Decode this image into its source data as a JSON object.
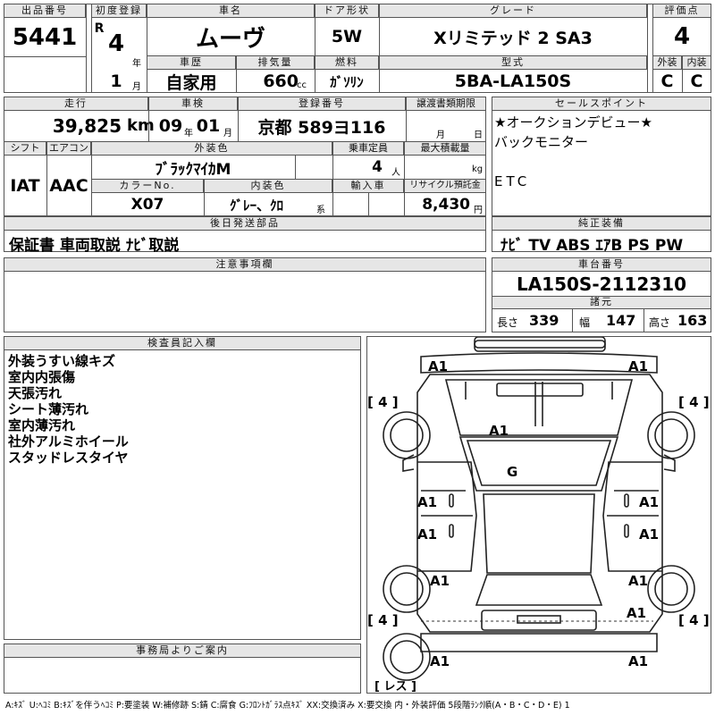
{
  "lot": {
    "label": "出品番号",
    "value": "5441"
  },
  "reg": {
    "label": "初度登録",
    "era": "R",
    "year": "4",
    "year_unit": "年",
    "month": "1",
    "month_unit": "月"
  },
  "car_name": {
    "label": "車名",
    "value": "ムーヴ"
  },
  "door": {
    "label": "ドア形状",
    "value": "5W"
  },
  "grade": {
    "label": "グレード",
    "value": "Xリミテッド 2 SA3"
  },
  "score": {
    "label": "評価点",
    "value": "4",
    "ext_label": "外装",
    "int_label": "内装",
    "ext": "C",
    "int": "C"
  },
  "history": {
    "label": "車歴",
    "value": "自家用"
  },
  "displacement": {
    "label": "排気量",
    "value": "660",
    "unit": "cc"
  },
  "fuel": {
    "label": "燃料",
    "value": "ｶﾞｿﾘﾝ"
  },
  "model": {
    "label": "型式",
    "value": "5BA-LA150S"
  },
  "mileage": {
    "label": "走行",
    "value": "39,825",
    "unit": "km"
  },
  "inspection": {
    "label": "車検",
    "year": "09",
    "year_unit": "年",
    "month": "01",
    "month_unit": "月"
  },
  "plate": {
    "label": "登録番号",
    "value": "京都 589ヨ116"
  },
  "transfer": {
    "label": "譲渡書類期限",
    "month_unit": "月",
    "day_unit": "日"
  },
  "sales_points": {
    "label": "セールスポイント",
    "lines": [
      "★オークションデビュー★",
      "バックモニター",
      "",
      "ETC"
    ]
  },
  "shift": {
    "label": "シフト",
    "value": "IAT"
  },
  "ac": {
    "label": "エアコン",
    "value": "AAC"
  },
  "exterior_color": {
    "label": "外装色",
    "value": "ﾌﾞﾗｯｸﾏｲｶM"
  },
  "capacity": {
    "label": "乗車定員",
    "value": "4",
    "unit": "人"
  },
  "max_load": {
    "label": "最大積載量",
    "unit": "kg"
  },
  "color_no": {
    "label": "カラーNo.",
    "value": "X07"
  },
  "interior_color": {
    "label": "内装色",
    "value": "ｸﾞﾚｰ、ｸﾛ",
    "unit": "系"
  },
  "import": {
    "label": "輸入車"
  },
  "recycle": {
    "label": "リサイクル預託金",
    "value": "8,430",
    "unit": "円"
  },
  "later_parts": {
    "label": "後日発送部品",
    "value": "保証書 車両取説 ﾅﾋﾞ取説"
  },
  "equipment": {
    "label": "純正装備",
    "value": "ﾅﾋﾞ TV ABS ｴｱB PS PW"
  },
  "cautions": {
    "label": "注意事項欄"
  },
  "chassis": {
    "label": "車台番号",
    "value": "LA150S-2112310"
  },
  "dims": {
    "label": "諸元",
    "length_label": "長さ",
    "length": "339",
    "width_label": "幅",
    "width": "147",
    "height_label": "高さ",
    "height": "163"
  },
  "inspector": {
    "label": "検査員記入欄",
    "lines": [
      "外装うすい線キズ",
      "室内内張傷",
      "天張汚れ",
      "シート薄汚れ",
      "室内薄汚れ",
      "社外アルミホイール",
      "スタッドレスタイヤ"
    ]
  },
  "office": {
    "label": "事務局よりご案内"
  },
  "diagram": {
    "tires": [
      "[ 4 ]",
      "[ 4 ]",
      "[ 4 ]",
      "[ 4 ]"
    ],
    "spare": "[ レス ]",
    "marks": [
      "A1",
      "A1",
      "A1",
      "G",
      "A1",
      "A1",
      "A1",
      "A1",
      "A1",
      "A1",
      "A1",
      "A1",
      "A1"
    ]
  },
  "legend": "A:ｷｽﾞ U:ﾍｺﾐ B:ｷｽﾞを伴うﾍｺﾐ P:要塗装 W:補修跡 S:錆 C:腐食 G:ﾌﾛﾝﾄｶﾞﾗｽ点ｷｽﾞ XX:交換済み X:要交換 内・外装評価 5段階ﾗﾝｸ順(A・B・C・D・E) 1"
}
